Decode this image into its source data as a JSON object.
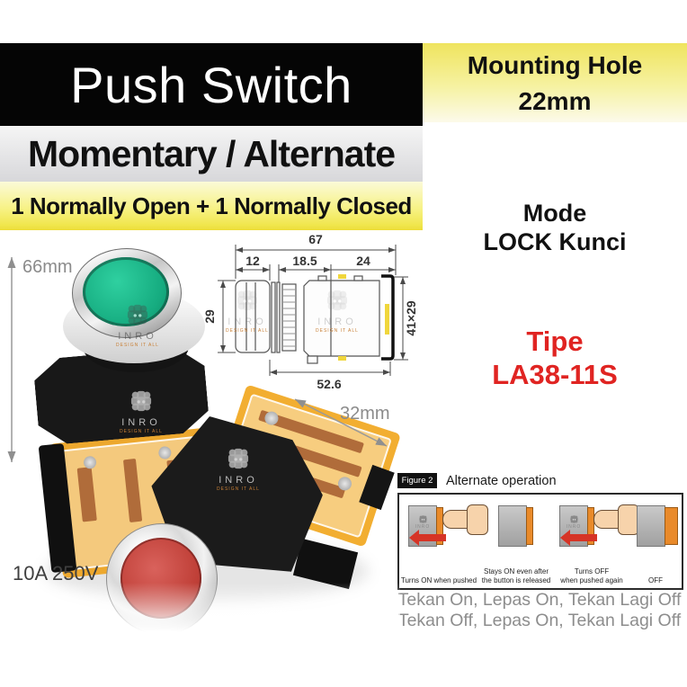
{
  "banners": {
    "title": "Push Switch",
    "subtitle": "Momentary / Alternate",
    "contacts": "1 Normally Open + 1 Normally Closed",
    "mounting_line1": "Mounting Hole",
    "mounting_line2": "22mm"
  },
  "mode": {
    "label": "Mode",
    "value": "LOCK Kunci"
  },
  "tipe": {
    "label": "Tipe",
    "value": "LA38-11S"
  },
  "drawing": {
    "total_width": "67",
    "seg_button": "12",
    "seg_mid": "18.5",
    "seg_body": "24",
    "height_button": "29",
    "height_body": "41×29",
    "depth": "52.6"
  },
  "labels": {
    "height": "66mm",
    "width": "32mm",
    "rating": "10A 250V"
  },
  "watermark": {
    "name": "INRO",
    "tagline": "DESIGN IT ALL"
  },
  "figure": {
    "tag": "Figure 2",
    "title": "Alternate operation",
    "steps": [
      {
        "caption": "Turns ON when pushed"
      },
      {
        "caption": "Stays ON even after\nthe button is released"
      },
      {
        "caption": "Turns OFF\nwhen pushed again"
      },
      {
        "caption": "OFF"
      }
    ]
  },
  "notes": {
    "line1": "Tekan On, Lepas On, Tekan Lagi Off",
    "line2": "Tekan Off, Lepas On, Tekan Lagi Off"
  },
  "colors": {
    "accent_red": "#e02422",
    "banner_yellow": "#f7f286",
    "button_green": "#16ac80",
    "button_red": "#c04038",
    "figure_orange": "#e98a2a"
  }
}
